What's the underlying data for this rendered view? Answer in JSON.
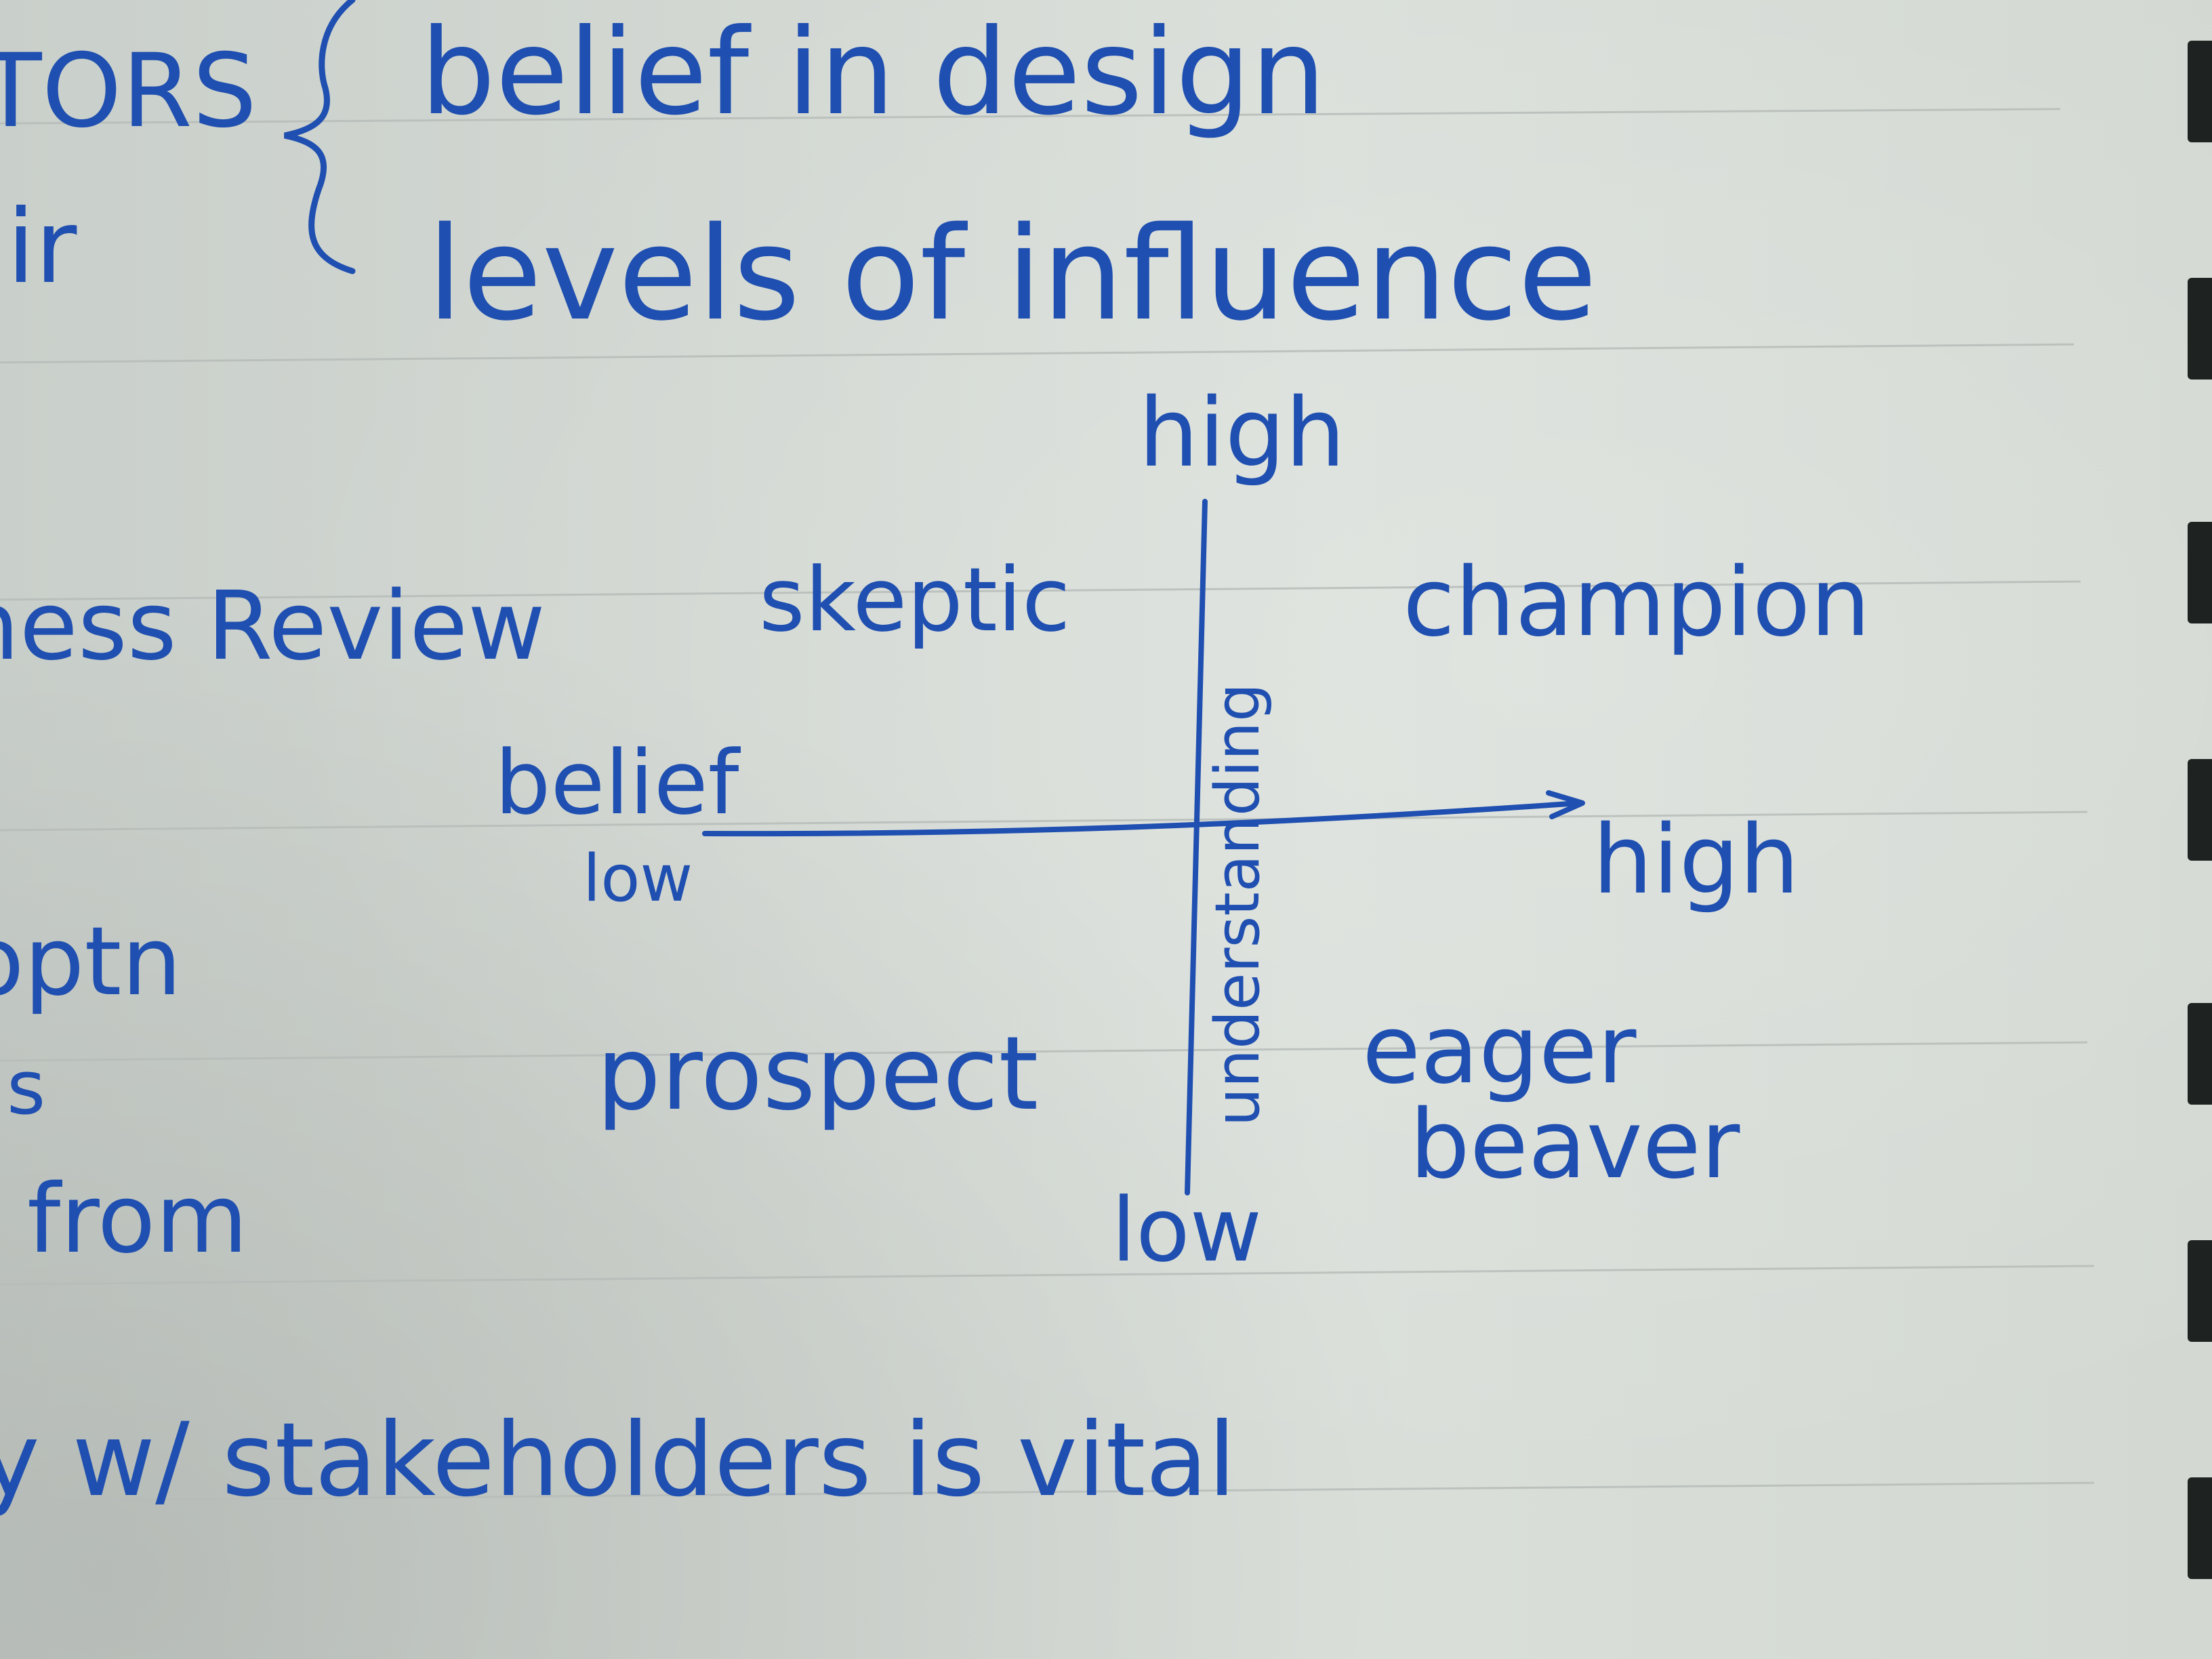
{
  "notes": {
    "fragment_tors": "TORS",
    "fragment_ir": "ir",
    "belief_in_design": "belief in design",
    "levels_of_influence": "levels of influence",
    "fragment_review": "ness Review",
    "fragment_optn": "optn",
    "fragment_s": "s",
    "fragment_from": "from",
    "stakeholders_line": "y w/ stakeholders is vital"
  },
  "quadrant": {
    "y_axis_high": "high",
    "y_axis_low": "low",
    "y_axis_label": "understanding",
    "x_axis_label": "belief",
    "x_axis_low": "low",
    "x_axis_high": "high",
    "top_left": "skeptic",
    "top_right": "champion",
    "bottom_left": "prospect",
    "bottom_right_line1": "eager",
    "bottom_right_line2": "beaver"
  },
  "colors": {
    "ink": "#1f4fb0",
    "paper": "#d6dbd6",
    "rule": "#b6bcb8"
  }
}
